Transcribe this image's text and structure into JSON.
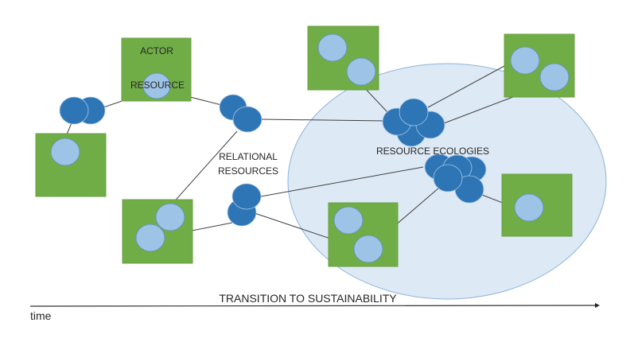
{
  "labels": {
    "actor": "ACTOR",
    "resource": "RESOURCE",
    "relational_line1": "RELATIONAL",
    "relational_line2": "RESOURCES",
    "ecologies": "RESOURCE ECOLOGIES",
    "transition": "TRANSITION TO SUSTAINABILITY",
    "time": "time"
  },
  "colors": {
    "actor_fill": "#70ad47",
    "resource_fill": "#9dc3e6",
    "relational_fill": "#2e75b6",
    "ecology_fill": "#dde9f5",
    "ecology_stroke": "#8fb4d8",
    "line": "#404040"
  }
}
